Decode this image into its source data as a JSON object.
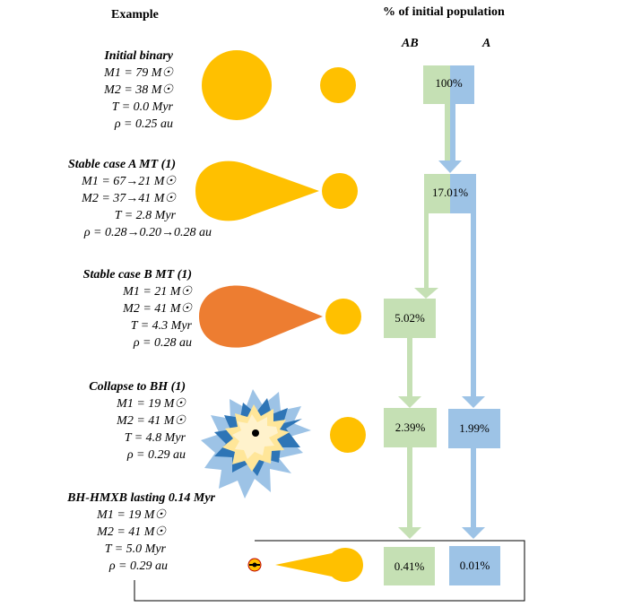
{
  "header": {
    "example": "Example",
    "population": "% of initial population",
    "col_ab": "AB",
    "col_a": "A"
  },
  "colors": {
    "star_yellow": "#FFC000",
    "star_orange": "#ED7D31",
    "green": "#C5E0B4",
    "blue": "#9DC3E6",
    "dark_blue": "#2E75B6"
  },
  "stages": [
    {
      "title": "Initial binary",
      "lines": [
        "M1 = 79 M☉",
        "M2 = 38 M☉",
        "T = 0.0 Myr",
        "ρ =  0.25 au"
      ]
    },
    {
      "title": "Stable case A MT (1)",
      "lines": [
        "M1 = 67→21 M☉",
        "M2 = 37→41 M☉",
        "T = 2.8 Myr",
        "ρ = 0.28→0.20→0.28  au"
      ]
    },
    {
      "title": "Stable case B MT (1)",
      "lines": [
        "M1 = 21 M☉",
        "M2 = 41 M☉",
        "T = 4.3 Myr",
        "ρ = 0.28 au"
      ]
    },
    {
      "title": "Collapse to BH (1)",
      "lines": [
        "M1 = 19 M☉",
        "M2 = 41 M☉",
        "T = 4.8 Myr",
        "ρ = 0.29 au"
      ]
    },
    {
      "title": "BH-HMXB lasting 0.14 Myr",
      "lines": [
        "M1 = 19 M☉",
        "M2 = 41 M☉",
        "T = 5.0 Myr",
        "ρ = 0.29 au"
      ]
    }
  ],
  "percentages": {
    "s1": "100%",
    "s2": "17.01%",
    "s3_ab": "5.02%",
    "s4_ab": "2.39%",
    "s4_a": "1.99%",
    "s5_ab": "0.41%",
    "s5_a": "0.01%"
  }
}
